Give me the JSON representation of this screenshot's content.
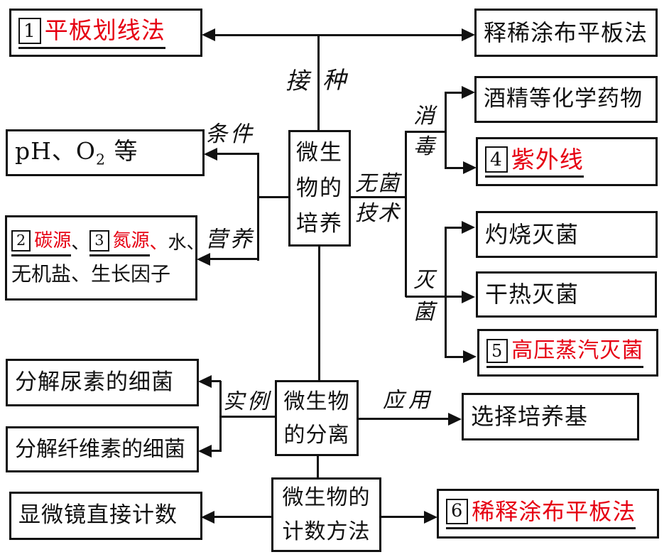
{
  "diagram": {
    "colors": {
      "accent_red": "#e60012",
      "line_black": "#111111"
    },
    "nodes": {
      "plate_streak": {
        "num": "1",
        "text": "平板划线法"
      },
      "dilute_spread_top": {
        "text": "释稀涂布平板法"
      },
      "ph": {
        "pre": "pH、O",
        "sub": "2",
        "post": " 等"
      },
      "nutrients": {
        "num1": "2",
        "red1": "碳源",
        "sep1": "、",
        "num2": "3",
        "red2": "氮源",
        "sep2": "、",
        "tail": "水、",
        "line2": "无机盐、生长因子"
      },
      "culture": {
        "line1": "微生",
        "line2": "物的",
        "line3": "培养"
      },
      "alcohol": {
        "text": "酒精等化学药物"
      },
      "uv": {
        "num": "4",
        "text": "紫外线"
      },
      "burn": {
        "text": "灼烧灭菌"
      },
      "dry_heat": {
        "text": "干热灭菌"
      },
      "steam": {
        "num": "5",
        "text": "高压蒸汽灭菌"
      },
      "urea": {
        "text": "分解尿素的细菌"
      },
      "cellulose": {
        "text": "分解纤维素的细菌"
      },
      "separation": {
        "line1": "微生物",
        "line2": "的分离"
      },
      "selective": {
        "text": "选择培养基"
      },
      "counting": {
        "line1": "微生物的",
        "line2": "计数方法"
      },
      "microscope": {
        "text": "显微镜直接计数"
      },
      "dilute_spread_bottom": {
        "num": "6",
        "text": "稀释涂布平板法"
      }
    },
    "labels": {
      "inoculate_left": "接",
      "inoculate_right": "种",
      "condition": "条件",
      "nutrition": "营养",
      "aseptic_line1": "无菌",
      "aseptic_line2": "技术",
      "disinfect_char1": "消",
      "disinfect_char2": "毒",
      "sterilize_char1": "灭",
      "sterilize_char2": "菌",
      "example": "实例",
      "application": "应用"
    }
  }
}
